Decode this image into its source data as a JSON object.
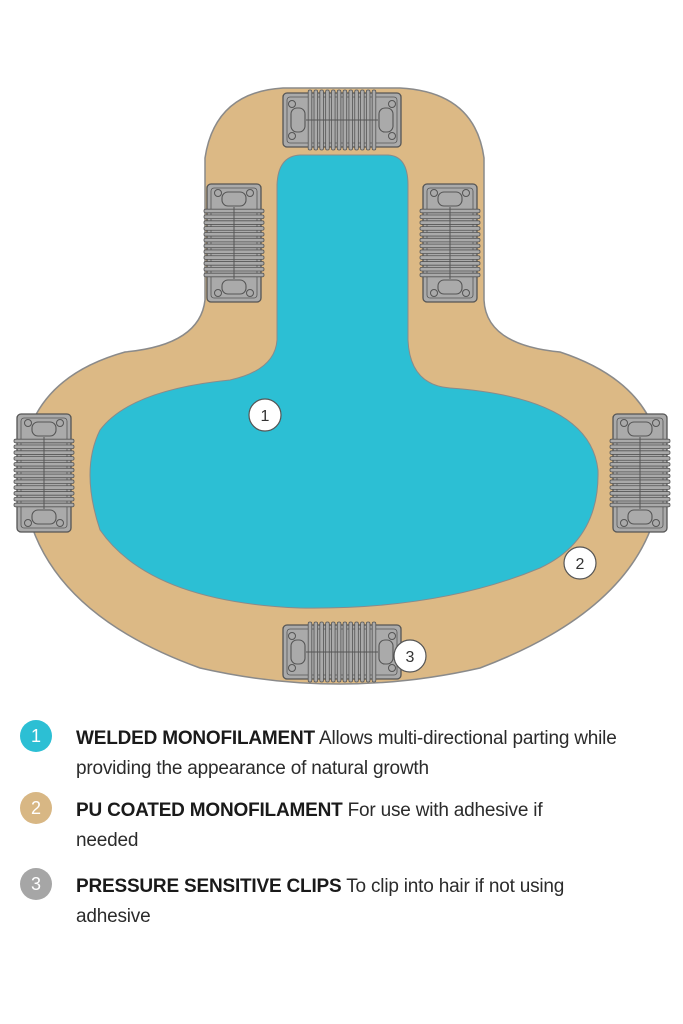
{
  "colors": {
    "monofilament": "#2cbfd4",
    "pu_border": "#dcb985",
    "clip": "#aaaaaa",
    "clip_stroke": "#555555"
  },
  "markers": [
    {
      "number": "1"
    },
    {
      "number": "2"
    },
    {
      "number": "3"
    }
  ],
  "legend": [
    {
      "number": "1",
      "color": "#2cbfd4",
      "title": "WELDED MONOFILAMENT",
      "description": "Allows multi-directional parting while providing the appearance of natural growth"
    },
    {
      "number": "2",
      "color": "#d8b784",
      "title": "PU COATED  MONOFILAMENT",
      "description": "For use with adhesive if needed"
    },
    {
      "number": "3",
      "color": "#a6a6a6",
      "title": "PRESSURE SENSITIVE CLIPS",
      "description": "To clip into hair if not using adhesive"
    }
  ]
}
